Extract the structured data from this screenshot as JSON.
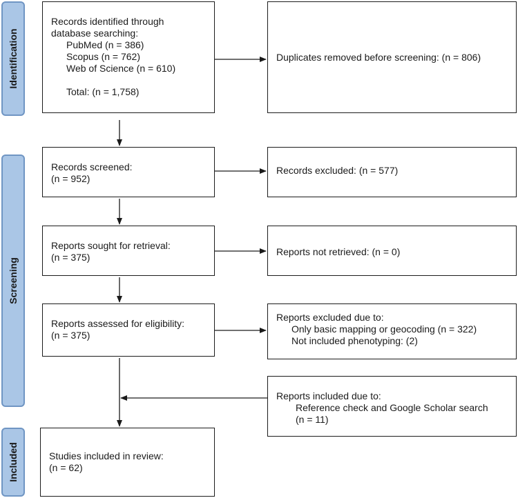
{
  "phases": {
    "identification": "Identification",
    "screening": "Screening",
    "included": "Included"
  },
  "identification": {
    "records_title_1": "Records identified through",
    "records_title_2": "database searching:",
    "pubmed": "PubMed (n = 386)",
    "scopus": "Scopus (n = 762)",
    "wos": "Web of Science (n = 610)",
    "total": "Total: (n = 1,758)",
    "duplicates": "Duplicates removed before screening: (n = 806)"
  },
  "screening": {
    "screened_label": "Records screened:",
    "screened_n": "(n = 952)",
    "excluded": "Records excluded: (n = 577)",
    "sought_label": "Reports sought for retrieval:",
    "sought_n": "(n = 375)",
    "not_retrieved": "Reports not retrieved: (n = 0)",
    "assessed_label": "Reports assessed for eligibility:",
    "assessed_n": "(n = 375)",
    "excluded_due": "Reports excluded due to:",
    "excluded_reason_1": "Only basic mapping or geocoding (n = 322)",
    "excluded_reason_2": "Not included phenotyping: (2)",
    "included_due": "Reports included due to:",
    "included_reason_1": "Reference check and Google Scholar search",
    "included_reason_2": "(n = 11)"
  },
  "included": {
    "studies_label": "Studies included in review:",
    "studies_n": "(n = 62)"
  }
}
